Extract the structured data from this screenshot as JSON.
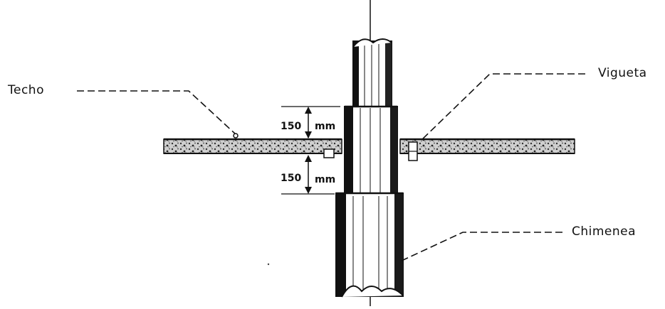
{
  "labels": {
    "roof": "Techo",
    "joist": "Vigueta",
    "chimney": "Chimenea"
  },
  "dimensions": {
    "upper": {
      "value": "150",
      "unit": "mm"
    },
    "lower": {
      "value": "150",
      "unit": "mm"
    }
  },
  "colors": {
    "ink": "#111111",
    "roof_fill": "#8a8a8a",
    "background": "#ffffff"
  }
}
